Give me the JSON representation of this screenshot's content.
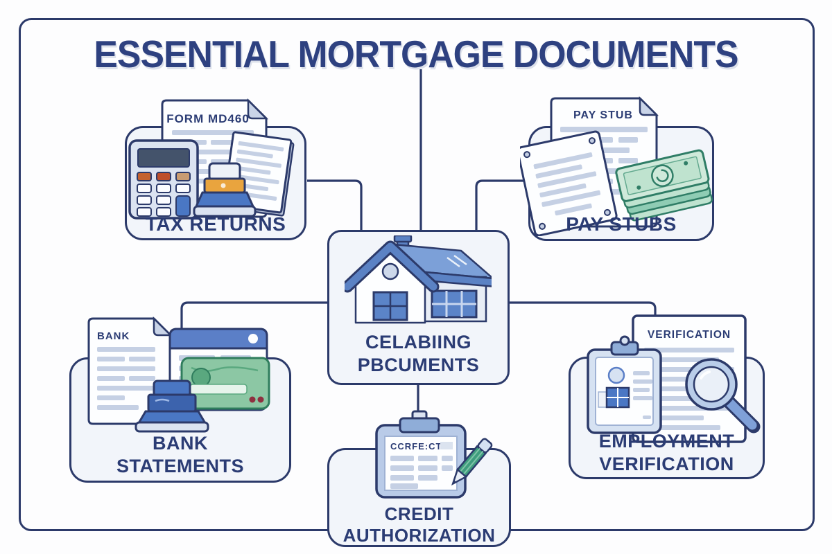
{
  "title": "ESSENTIAL MORTGAGE DOCUMENTS",
  "center_node": {
    "line1": "CELABIING",
    "line2": "PBCUMENTS"
  },
  "nodes": {
    "tax": {
      "label": "TAX RETURNS",
      "doc_header": "FORM MD460"
    },
    "pay": {
      "label": "PAY STUBS",
      "doc_header": "PAY STUB"
    },
    "bank": {
      "line1": "BANK",
      "line2": "STATEMENTS",
      "doc_header": "BANK"
    },
    "employment": {
      "line1": "EMPLOYMENT",
      "line2": "VERIFICATION",
      "doc_header": "VERIFICATION"
    },
    "credit": {
      "line1": "CREDIT",
      "line2": "AUTHORIZATION",
      "doc_header": "CCRFE:CTII"
    }
  },
  "colors": {
    "navy_line": "#2c3a6a",
    "title_navy": "#2e4180",
    "label_navy": "#2b3c74",
    "box_fill": "#f2f5fa",
    "doc_line_gray": "#c5d0e4",
    "blue_mid": "#5b7fc7",
    "blue_light": "#8fadd8",
    "roof_blue": "#7ca0d8",
    "window_blue": "#5b84c8",
    "stamp_blue": "#4a77c4",
    "money_green": "#cfe9da",
    "money_green_dark": "#2f7d66",
    "card_green": "#8cc7a4",
    "pen_green": "#3f9d7e",
    "stamp_orange": "#e9a43e",
    "calc_btn_orange": "#c4622f",
    "calc_btn_tan": "#c99c72",
    "calc_screen": "#44536b"
  }
}
